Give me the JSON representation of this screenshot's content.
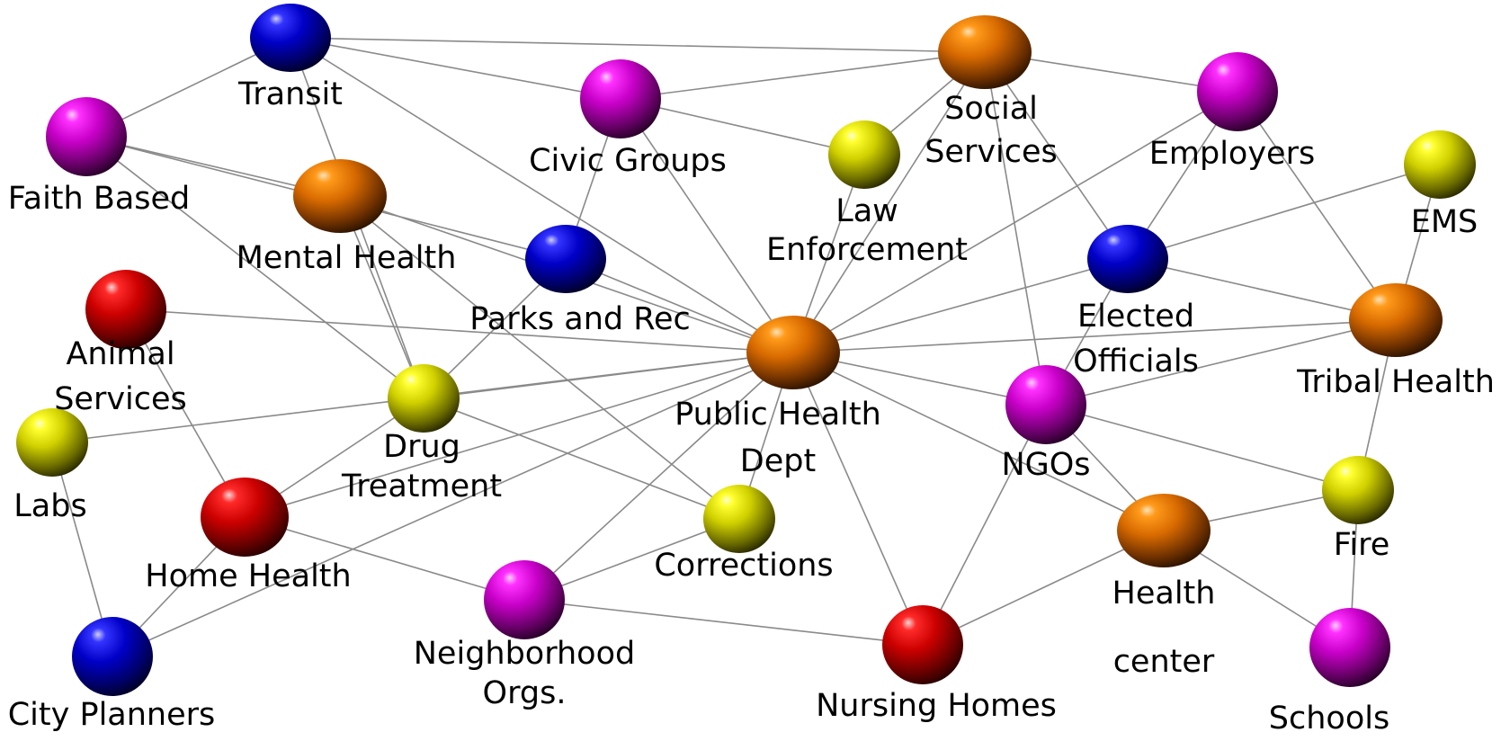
{
  "diagram": {
    "colors": {
      "red": "#d40000",
      "orange": "#e07400",
      "yellow": "#dede00",
      "magenta": "#e000e0",
      "blue": "#0000cc",
      "edge": "#8a8a8a"
    },
    "nodes": [
      {
        "id": "transit",
        "lines": [
          "Transit"
        ],
        "color": "blue"
      },
      {
        "id": "faith",
        "lines": [
          "Faith Based"
        ],
        "color": "magenta"
      },
      {
        "id": "civic",
        "lines": [
          "Civic Groups"
        ],
        "color": "magenta"
      },
      {
        "id": "social",
        "lines": [
          "Social",
          "Services"
        ],
        "color": "orange"
      },
      {
        "id": "employers",
        "lines": [
          "Employers"
        ],
        "color": "magenta"
      },
      {
        "id": "law",
        "lines": [
          "Law",
          "Enforcement"
        ],
        "color": "yellow"
      },
      {
        "id": "ems",
        "lines": [
          "EMS"
        ],
        "color": "yellow"
      },
      {
        "id": "mental",
        "lines": [
          "Mental Health"
        ],
        "color": "orange"
      },
      {
        "id": "parks",
        "lines": [
          "Parks and Rec"
        ],
        "color": "blue"
      },
      {
        "id": "elected",
        "lines": [
          "Elected",
          "Officials"
        ],
        "color": "blue"
      },
      {
        "id": "animal",
        "lines": [
          "Animal",
          "Services"
        ],
        "color": "red"
      },
      {
        "id": "tribal",
        "lines": [
          "Tribal Health"
        ],
        "color": "orange"
      },
      {
        "id": "phd",
        "lines": [
          "Public Health",
          "Dept"
        ],
        "color": "orange"
      },
      {
        "id": "drug",
        "lines": [
          "Drug",
          "Treatment"
        ],
        "color": "yellow"
      },
      {
        "id": "ngos",
        "lines": [
          "NGOs"
        ],
        "color": "magenta"
      },
      {
        "id": "labs",
        "lines": [
          "Labs"
        ],
        "color": "yellow"
      },
      {
        "id": "fire",
        "lines": [
          "Fire"
        ],
        "color": "yellow"
      },
      {
        "id": "homehealth",
        "lines": [
          "Home Health"
        ],
        "color": "red"
      },
      {
        "id": "corrections",
        "lines": [
          "Corrections"
        ],
        "color": "yellow"
      },
      {
        "id": "healthcenter",
        "lines": [
          "Health",
          "center"
        ],
        "color": "orange"
      },
      {
        "id": "neighborhood",
        "lines": [
          "Neighborhood",
          "Orgs."
        ],
        "color": "magenta"
      },
      {
        "id": "cityplanners",
        "lines": [
          "City Planners"
        ],
        "color": "blue"
      },
      {
        "id": "nursing",
        "lines": [
          "Nursing Homes"
        ],
        "color": "red"
      },
      {
        "id": "schools",
        "lines": [
          "Schools"
        ],
        "color": "magenta"
      }
    ],
    "edges": [
      [
        "transit",
        "faith"
      ],
      [
        "transit",
        "social"
      ],
      [
        "transit",
        "civic"
      ],
      [
        "transit",
        "phd"
      ],
      [
        "transit",
        "drug"
      ],
      [
        "faith",
        "mental"
      ],
      [
        "faith",
        "parks"
      ],
      [
        "faith",
        "drug"
      ],
      [
        "civic",
        "social"
      ],
      [
        "civic",
        "law"
      ],
      [
        "civic",
        "parks"
      ],
      [
        "civic",
        "phd"
      ],
      [
        "social",
        "law"
      ],
      [
        "social",
        "employers"
      ],
      [
        "social",
        "phd"
      ],
      [
        "social",
        "elected"
      ],
      [
        "social",
        "ngos"
      ],
      [
        "employers",
        "phd"
      ],
      [
        "employers",
        "elected"
      ],
      [
        "employers",
        "tribal"
      ],
      [
        "law",
        "phd"
      ],
      [
        "ems",
        "elected"
      ],
      [
        "ems",
        "tribal"
      ],
      [
        "mental",
        "phd"
      ],
      [
        "mental",
        "drug"
      ],
      [
        "mental",
        "corrections"
      ],
      [
        "parks",
        "phd"
      ],
      [
        "parks",
        "drug"
      ],
      [
        "elected",
        "phd"
      ],
      [
        "elected",
        "tribal"
      ],
      [
        "elected",
        "ngos"
      ],
      [
        "animal",
        "phd"
      ],
      [
        "animal",
        "homehealth"
      ],
      [
        "phd",
        "tribal"
      ],
      [
        "phd",
        "drug"
      ],
      [
        "phd",
        "ngos"
      ],
      [
        "phd",
        "labs"
      ],
      [
        "phd",
        "homehealth"
      ],
      [
        "phd",
        "corrections"
      ],
      [
        "phd",
        "neighborhood"
      ],
      [
        "phd",
        "cityplanners"
      ],
      [
        "phd",
        "nursing"
      ],
      [
        "phd",
        "healthcenter"
      ],
      [
        "drug",
        "homehealth"
      ],
      [
        "drug",
        "corrections"
      ],
      [
        "tribal",
        "ngos"
      ],
      [
        "tribal",
        "fire"
      ],
      [
        "ngos",
        "fire"
      ],
      [
        "ngos",
        "healthcenter"
      ],
      [
        "ngos",
        "nursing"
      ],
      [
        "labs",
        "cityplanners"
      ],
      [
        "fire",
        "healthcenter"
      ],
      [
        "fire",
        "schools"
      ],
      [
        "homehealth",
        "neighborhood"
      ],
      [
        "homehealth",
        "cityplanners"
      ],
      [
        "corrections",
        "neighborhood"
      ],
      [
        "healthcenter",
        "nursing"
      ],
      [
        "healthcenter",
        "schools"
      ],
      [
        "neighborhood",
        "nursing"
      ]
    ]
  }
}
